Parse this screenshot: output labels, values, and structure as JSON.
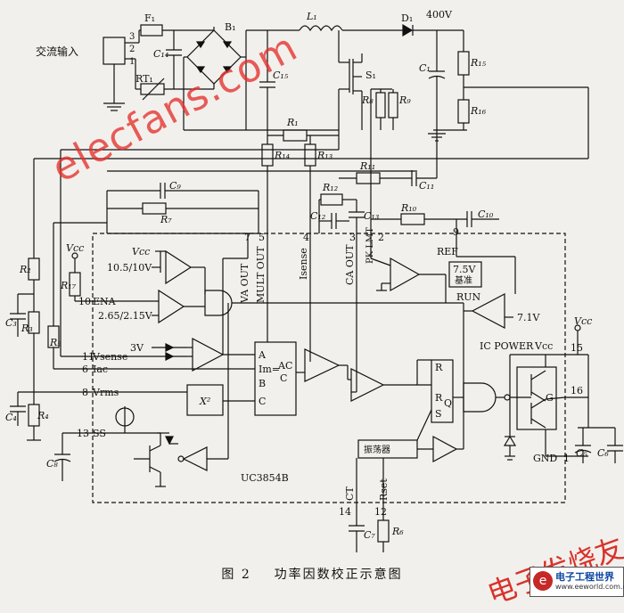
{
  "caption": {
    "figure_no": "图 2",
    "title": "功率因数校正示意图"
  },
  "watermarks": {
    "site": "elecfans.com",
    "cn": "电子发烧友"
  },
  "logo": {
    "text": "电子工程世界",
    "url": "www.eeworld.com.cn"
  },
  "labels": {
    "ac_input": "交流输入",
    "f1": "F₁",
    "b1": "B₁",
    "l1": "L₁",
    "d1": "D₁",
    "v400": "400V",
    "c14": "C₁₄",
    "rt1": "RT₁",
    "c15": "C₁₅",
    "s1": "S₁",
    "c1": "C₁",
    "r15": "R₁₅",
    "r16": "R₁₆",
    "r8": "R₈",
    "r9": "R₉",
    "r1": "R₁",
    "r14": "R₁₄",
    "r13": "R₁₃",
    "r11": "R₁₁",
    "c11": "C₁₁",
    "c9": "C₉",
    "r7": "R₇",
    "r12": "R₁₂",
    "c12": "C₁₂",
    "c13": "C₁₃",
    "r10": "R₁₀",
    "c10": "C₁₀",
    "r2": "R₂",
    "r3": "R₃",
    "r5": "R₅",
    "r4": "R₄",
    "r17": "R₁₇",
    "c3": "C₃",
    "c4": "C₄",
    "c8": "C₈",
    "c7": "C₇",
    "r6": "R₆",
    "c5": "C₅",
    "c6": "C₆",
    "vcc": "Vcc",
    "n1": "1",
    "n2": "2",
    "n3": "3"
  },
  "ic": {
    "name": "UC3854B",
    "pins": {
      "va_out": "VA OUT",
      "mult_out": "MULT OUT",
      "isense": "Isense",
      "ca_out": "CA OUT",
      "pk_lmt": "PK LMT",
      "ref": "REF",
      "ena": "ENA",
      "vsense": "Vsense",
      "iac": "Iac",
      "vrms": "Vrms",
      "ss": "SS",
      "ct": "CT",
      "rset": "Rset",
      "ic_power": "IC POWER",
      "run": "RUN",
      "gnd": "GND",
      "g": "G",
      "vcc": "Vcc"
    },
    "pin_numbers": {
      "p7": "7",
      "p5": "5",
      "p4": "4",
      "p3": "3",
      "p2": "2",
      "p9": "9",
      "p10": "10",
      "p11": "11",
      "p6": "6",
      "p8": "8",
      "p13": "13",
      "p14": "14",
      "p12": "12",
      "p15": "15",
      "p16": "16",
      "p1": "1"
    },
    "blocks": {
      "vref1": "10.5/10V",
      "vref2": "2.65/2.15V",
      "v3": "3V",
      "vref_box_v": "7.5V",
      "vref_box_t": "基准",
      "v71": "7.1V",
      "osc": "振荡器",
      "mult_a": "A",
      "mult_b": "B",
      "mult_c": "C",
      "mult_eq": "Im=",
      "mult_ac": "AC",
      "mult_den": "C",
      "sq": "X²",
      "ff_r": "R",
      "ff_s": "S",
      "ff_q": "Q",
      "lt_r": "R"
    }
  }
}
